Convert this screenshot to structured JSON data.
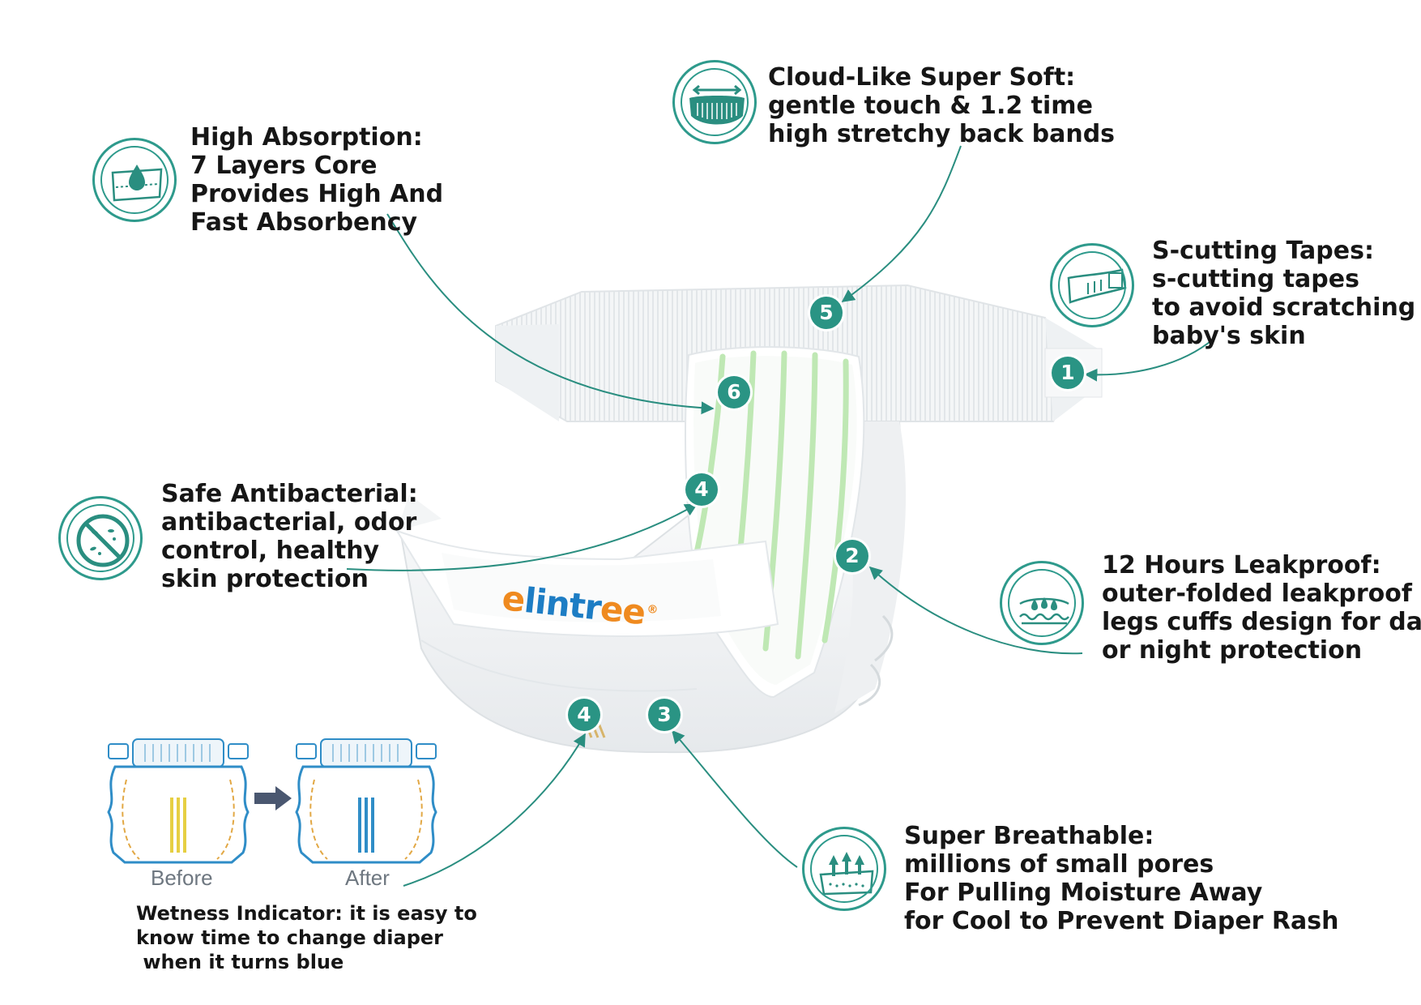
{
  "brand": {
    "name_part1": "e",
    "name_part2": "lintr",
    "name_part3": "ee",
    "registered": "®"
  },
  "callouts": {
    "soft": {
      "title": "Cloud-Like Super Soft:",
      "lines": [
        "gentle touch & 1.2 time",
        "high stretchy back bands"
      ],
      "icon": "stretch-waistband-icon"
    },
    "absorb": {
      "title": "High Absorption:",
      "lines": [
        "7 Layers Core",
        "Provides High And",
        "Fast Absorbency"
      ],
      "icon": "absorbent-core-icon"
    },
    "tapes": {
      "title": "S-cutting Tapes:",
      "lines": [
        "s-cutting tapes",
        "to avoid scratching",
        "baby's skin"
      ],
      "icon": "side-tape-icon"
    },
    "antibac": {
      "title": "Safe Antibacterial:",
      "lines": [
        "antibacterial, odor",
        "control, healthy",
        "skin protection"
      ],
      "icon": "no-bacteria-icon"
    },
    "leak": {
      "title": "12 Hours Leakproof:",
      "lines": [
        "outer-folded leakproof",
        "legs cuffs design for day",
        "or night protection"
      ],
      "icon": "leak-guard-icon"
    },
    "breath": {
      "title": "Super Breathable:",
      "lines": [
        "millions of small pores",
        "For Pulling Moisture Away",
        "for Cool to Prevent Diaper Rash"
      ],
      "icon": "breathable-pores-icon"
    }
  },
  "badges": [
    "1",
    "2",
    "3",
    "4",
    "4",
    "5",
    "6"
  ],
  "wetness": {
    "before_label": "Before",
    "after_label": "After",
    "caption_lines": [
      "Wetness Indicator: it is easy to",
      "know time to change diaper",
      " when it turns blue"
    ]
  },
  "colors": {
    "accent": "#2a9484",
    "brand_orange": "#ef8a1f",
    "brand_blue": "#1d7dc4",
    "core_green": "#b9e6b0",
    "indicator_yellow": "#e6cf43",
    "indicator_blue": "#2f8dc7"
  }
}
